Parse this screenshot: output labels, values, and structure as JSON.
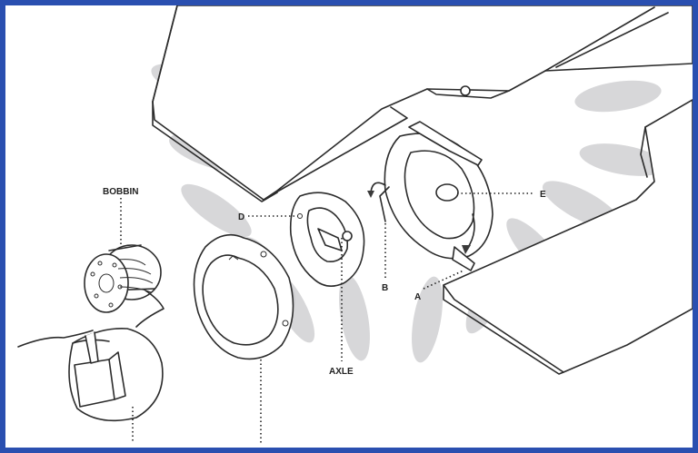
{
  "labels": {
    "bobbin": "BOBBIN",
    "d": "D",
    "e": "E",
    "b": "B",
    "a": "A",
    "axle": "AXLE"
  },
  "colors": {
    "border": "#2a4fb0",
    "watermark": "#c9c9cc",
    "line": "#2b2b2b"
  }
}
